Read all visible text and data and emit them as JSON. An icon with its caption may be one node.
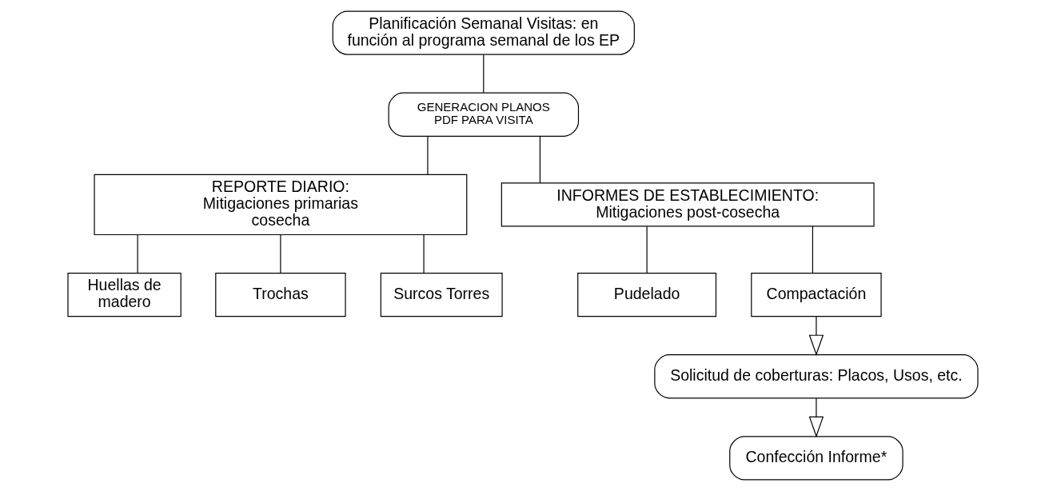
{
  "diagram": {
    "nodes": [
      {
        "text": [
          "Planificación Semanal Visitas: en función al programa semanal de los EP"
        ]
      },
      {
        "text": [
          "GENERACION PLANOS PDF PARA VISITA"
        ]
      },
      {
        "text": [
          "REPORTE DIARIO: Mitigaciones primarias cosecha"
        ]
      },
      {
        "text": [
          "INFORMES DE ESTABLECIMIENTO: Mitigaciones post-cosecha"
        ]
      },
      {
        "text": [
          "Huellas de madero"
        ]
      },
      {
        "text": [
          "Trochas"
        ]
      },
      {
        "text": [
          "Surcos Torres"
        ]
      },
      {
        "text": [
          "Pudelado"
        ]
      },
      {
        "text": [
          "Compactación"
        ]
      },
      {
        "text": [
          "Solicitud de coberturas: Placos, Usos, etc."
        ]
      },
      {
        "text": [
          "Confección Informe*"
        ]
      }
    ],
    "edges": [
      {
        "from": 0,
        "to": 1,
        "arrow": "none"
      },
      {
        "from": 1,
        "to": 2,
        "arrow": "none"
      },
      {
        "from": 1,
        "to": 3,
        "arrow": "none"
      },
      {
        "from": 2,
        "to": 4,
        "arrow": "none"
      },
      {
        "from": 2,
        "to": 5,
        "arrow": "none"
      },
      {
        "from": 2,
        "to": 6,
        "arrow": "none"
      },
      {
        "from": 3,
        "to": 7,
        "arrow": "none"
      },
      {
        "from": 3,
        "to": 8,
        "arrow": "none"
      },
      {
        "from": 8,
        "to": 9,
        "arrow": "to"
      },
      {
        "from": 9,
        "to": 10,
        "arrow": "to"
      }
    ]
  }
}
